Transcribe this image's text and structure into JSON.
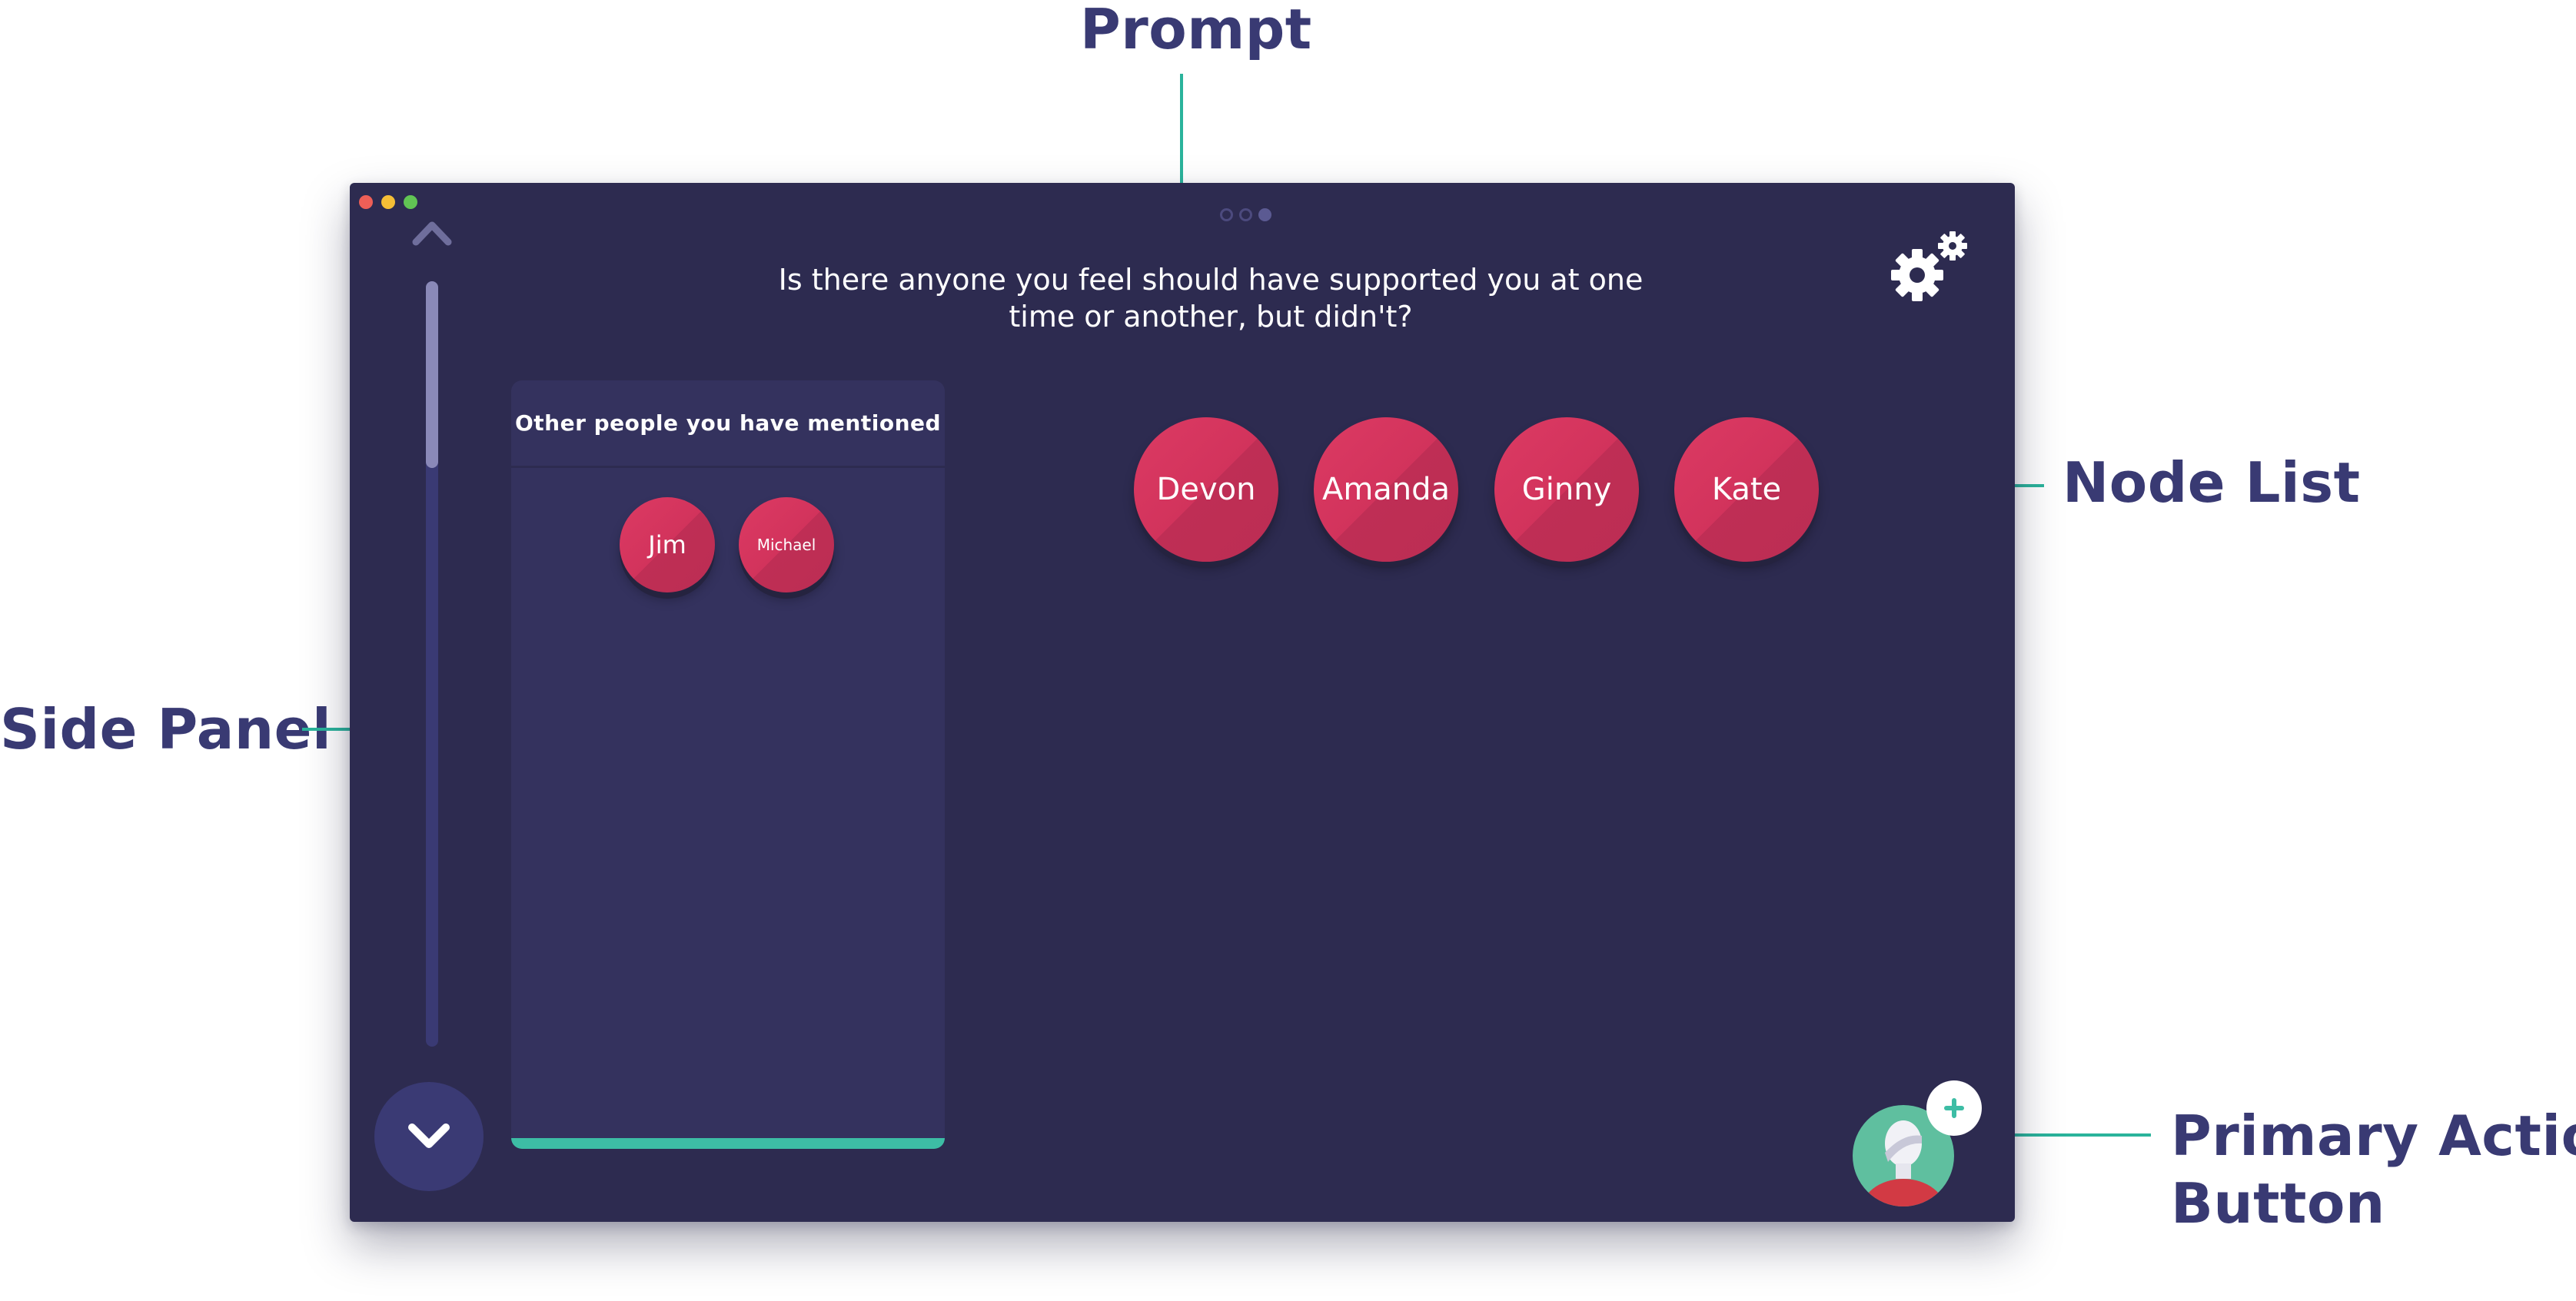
{
  "annotations": {
    "prompt": "Prompt",
    "node_list": "Node List",
    "side_panel": "Side Panel",
    "primary_action_line1": "Primary Action",
    "primary_action_line2": "Button"
  },
  "prompt": {
    "text": "Is there anyone you feel should have supported you at one time or another, but didn't?"
  },
  "stage_indicator": {
    "count": 3,
    "active_index": 2
  },
  "side_panel": {
    "title": "Other people you have mentioned",
    "nodes": [
      {
        "label": "Jim"
      },
      {
        "label": "Michael"
      }
    ]
  },
  "node_list": [
    {
      "label": "Devon"
    },
    {
      "label": "Amanda"
    },
    {
      "label": "Ginny"
    },
    {
      "label": "Kate"
    }
  ],
  "icons": {
    "settings": "gear-icon",
    "timeline_up": "chevron-up-icon",
    "timeline_down": "chevron-down-icon",
    "add_person": "add-person-icon"
  },
  "colors": {
    "background": "#2d2b50",
    "panel": "#34325e",
    "node": "#d2335c",
    "accent": "#3dbda5",
    "annotation_text": "#393a73",
    "annotation_line": "#2ab39b"
  }
}
